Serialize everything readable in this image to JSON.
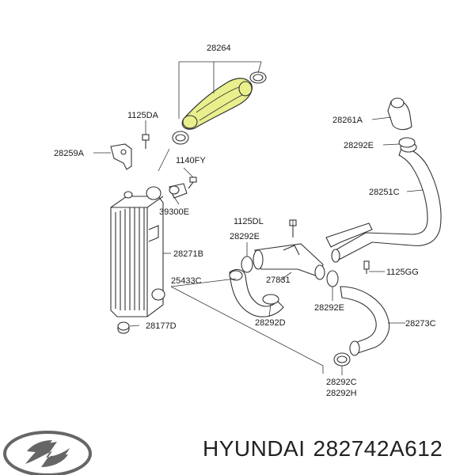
{
  "labels": {
    "p28264": "28264",
    "p1125DA": "1125DA",
    "p28259A": "28259A",
    "p1140FY": "1140FY",
    "p39300E": "39300E",
    "p28271B": "28271B",
    "p25433C": "25433C",
    "p28177D": "28177D",
    "p1125DL": "1125DL",
    "p28292E_top": "28292E",
    "p27831": "27831",
    "p28292D": "28292D",
    "p28292E_mid": "28292E",
    "p28261A": "28261A",
    "p28292E_right": "28292E",
    "p28251C": "28251C",
    "p1125GG": "1125GG",
    "p28273C": "28273C",
    "p28292C": "28292C",
    "p28292H": "28292H"
  },
  "footer": {
    "brand": "HYUNDAI",
    "part_number": "282742A612"
  },
  "colors": {
    "highlight": "#e8ef8c",
    "outline": "#333333"
  }
}
